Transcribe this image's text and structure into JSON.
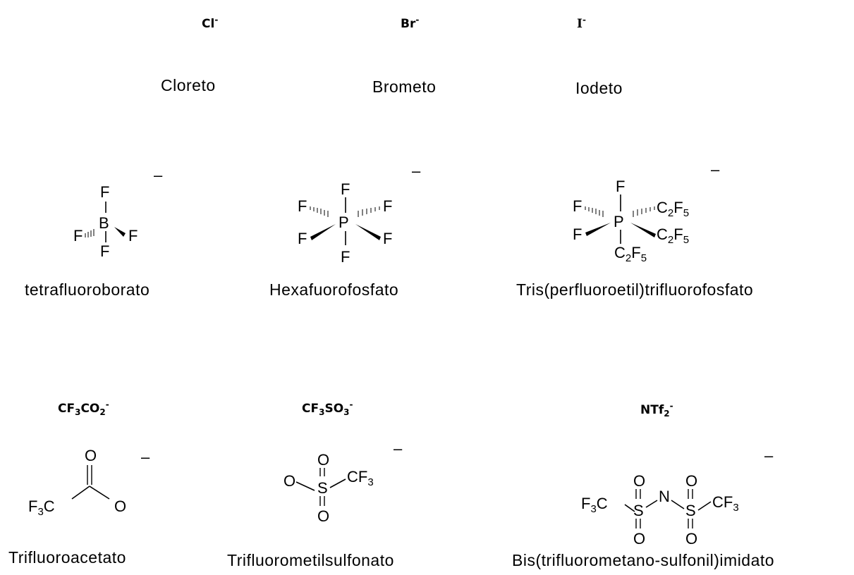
{
  "halides": {
    "cl": {
      "symbol": "Cl",
      "charge": "-",
      "name": "Cloreto"
    },
    "br": {
      "symbol": "Br",
      "charge": "-",
      "name": "Brometo"
    },
    "i": {
      "symbol": "I",
      "charge": "-",
      "name": "Iodeto"
    }
  },
  "fluorinated": {
    "bf4": {
      "name": "tetrafluoroborato",
      "charge": "–",
      "atoms": {
        "center": "B",
        "f": "F"
      }
    },
    "pf6": {
      "name": "Hexafuorofosfato",
      "charge": "–",
      "atoms": {
        "center": "P",
        "f": "F"
      }
    },
    "fap": {
      "name": "Tris(perfluoroetil)trifluorofosfato",
      "charge": "–",
      "atoms": {
        "center": "P",
        "f": "F",
        "c": "C",
        "c_sub": "2",
        "f_sub": "5"
      }
    }
  },
  "organic": {
    "tfa": {
      "formula_main": "CF",
      "formula_sub1": "3",
      "formula_mid": "CO",
      "formula_sub2": "2",
      "formula_charge": "-",
      "name": "Trifluoroacetato",
      "charge": "–",
      "atoms": {
        "o": "O",
        "f3c_main": "F",
        "f3c_sub": "3",
        "f3c_end": "C"
      }
    },
    "otf": {
      "formula_main": "CF",
      "formula_sub1": "3",
      "formula_mid": "SO",
      "formula_sub2": "3",
      "formula_charge": "-",
      "name": "Trifluorometilsulfonato",
      "charge": "–",
      "atoms": {
        "o": "O",
        "s": "S",
        "cf3_main": "CF",
        "cf3_sub": "3"
      }
    },
    "ntf2": {
      "formula_main": "NTf",
      "formula_sub1": "2",
      "formula_charge": "-",
      "name": "Bis(trifluorometano-sulfonil)imidato",
      "charge": "–",
      "atoms": {
        "o": "O",
        "s": "S",
        "n": "N",
        "f3c_main": "F",
        "f3c_sub": "3",
        "f3c_end": "C",
        "cf3_main": "CF",
        "cf3_sub": "3"
      }
    }
  }
}
